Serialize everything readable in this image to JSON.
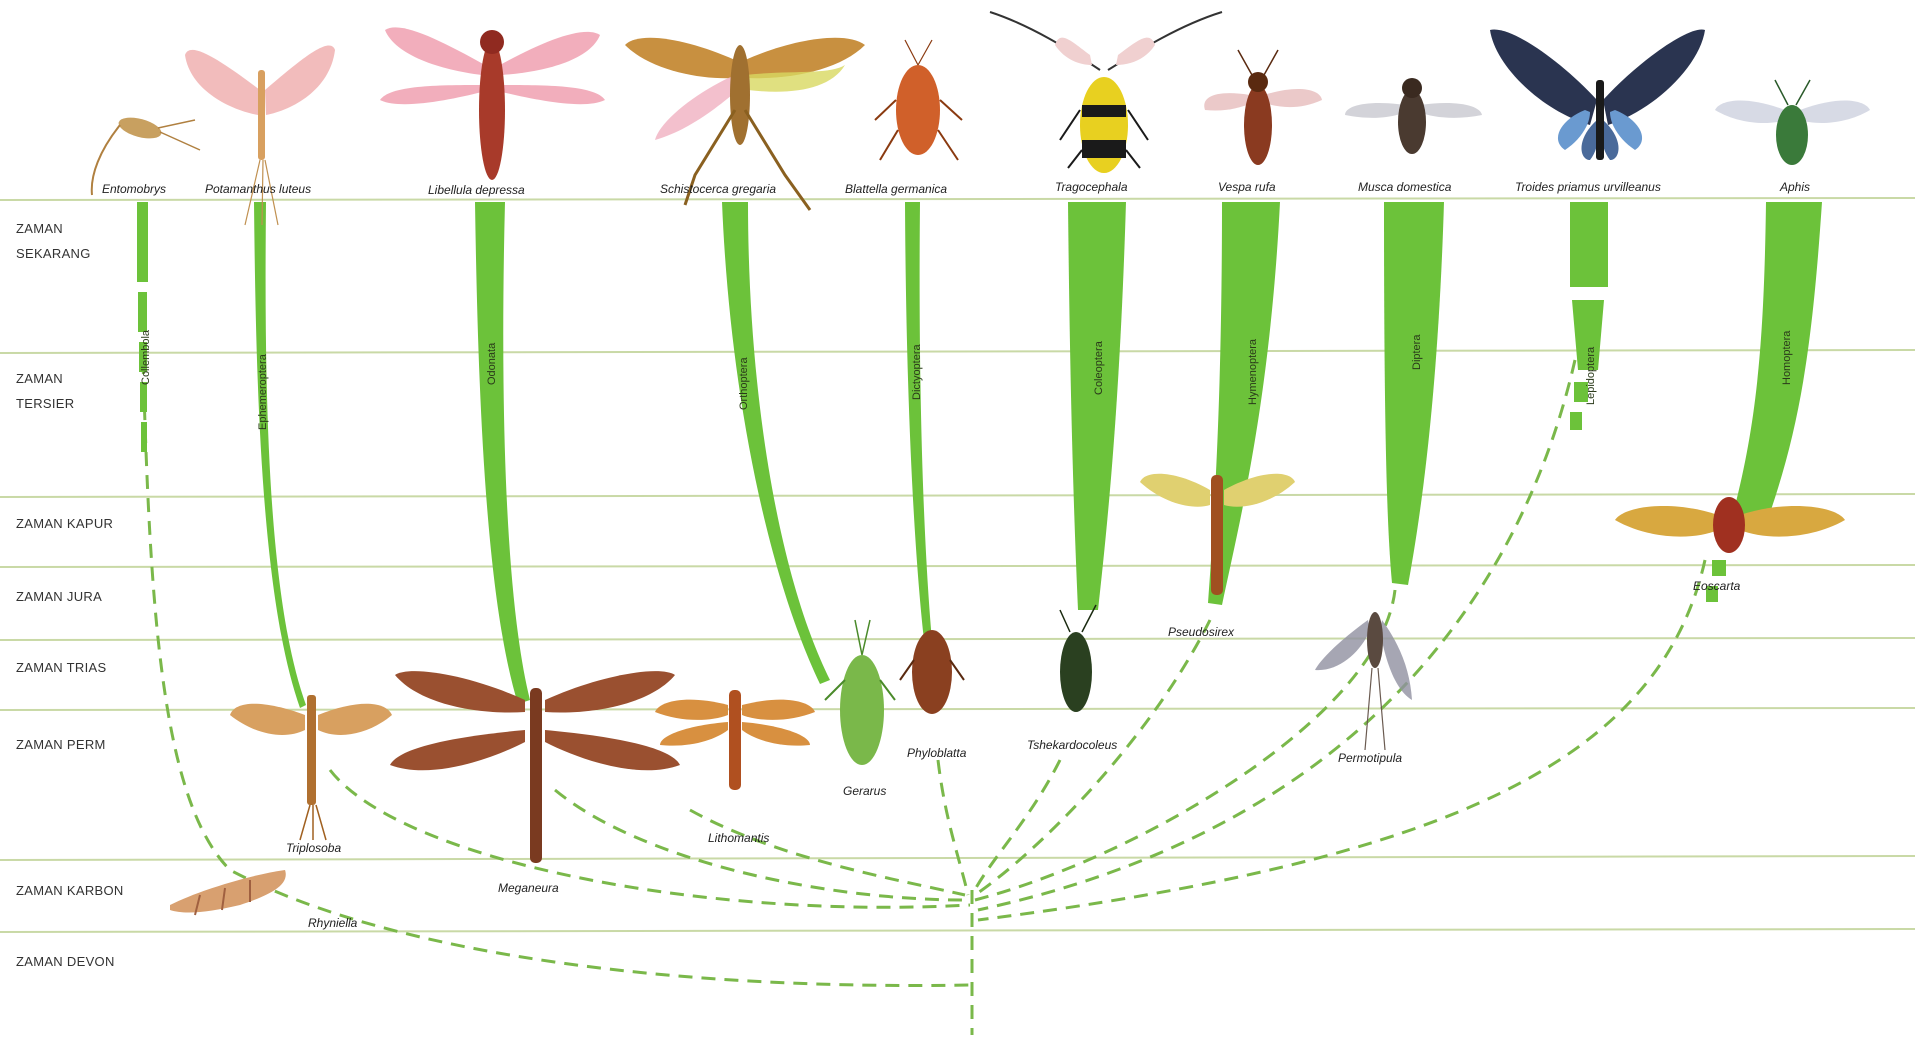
{
  "eras": [
    {
      "id": "sekarang",
      "line1": "ZAMAN",
      "line2": "SEKARANG"
    },
    {
      "id": "tersier",
      "line1": "ZAMAN",
      "line2": "TERSIER"
    },
    {
      "id": "kapur",
      "line1": "ZAMAN KAPUR",
      "line2": ""
    },
    {
      "id": "jura",
      "line1": "ZAMAN JURA",
      "line2": ""
    },
    {
      "id": "trias",
      "line1": "ZAMAN TRIAS",
      "line2": ""
    },
    {
      "id": "perm",
      "line1": "ZAMAN PERM",
      "line2": ""
    },
    {
      "id": "karbon",
      "line1": "ZAMAN KARBON",
      "line2": ""
    },
    {
      "id": "devon",
      "line1": "ZAMAN DEVON",
      "line2": ""
    }
  ],
  "branches": [
    {
      "id": "collembola",
      "species": "Entomobrys",
      "order": "Collembola",
      "color": "#c8a060"
    },
    {
      "id": "ephemeroptera",
      "species": "Potamanthus luteus",
      "order": "Ephemeroptera",
      "color": "#e8b0a0"
    },
    {
      "id": "odonata",
      "species": "Libellula depressa",
      "order": "Odonata",
      "color": "#b83a2a"
    },
    {
      "id": "orthoptera",
      "species": "Schistocerca gregaria",
      "order": "Orthoptera",
      "color": "#b88a40"
    },
    {
      "id": "dictyoptera",
      "species": "Blattella germanica",
      "order": "Dictyoptera",
      "color": "#d0602a"
    },
    {
      "id": "coleoptera",
      "species": "Tragocephala",
      "order": "Coleoptera",
      "color": "#e0d020"
    },
    {
      "id": "hymenoptera",
      "species": "Vespa rufa",
      "order": "Hymenoptera",
      "color": "#8a3a20"
    },
    {
      "id": "diptera",
      "species": "Musca domestica",
      "order": "Diptera",
      "color": "#6a5040"
    },
    {
      "id": "lepidoptera",
      "species": "Troides priamus urvilleanus",
      "order": "Lepidoptera",
      "color": "#2a3a5a"
    },
    {
      "id": "homoptera",
      "species": "Aphis",
      "order": "Homoptera",
      "color": "#3a7a3a"
    }
  ],
  "fossils": [
    {
      "id": "triplosoba",
      "name": "Triplosoba"
    },
    {
      "id": "meganeura",
      "name": "Meganeura"
    },
    {
      "id": "lithomantis",
      "name": "Lithomantis"
    },
    {
      "id": "gerarus",
      "name": "Gerarus"
    },
    {
      "id": "phyloblatta",
      "name": "Phyloblatta"
    },
    {
      "id": "tshekardocoleus",
      "name": "Tshekardocoleus"
    },
    {
      "id": "pseudosirex",
      "name": "Pseudosirex"
    },
    {
      "id": "permotipula",
      "name": "Permotipula"
    },
    {
      "id": "eoscarta",
      "name": "Eoscarta"
    },
    {
      "id": "rhyniella",
      "name": "Rhyniella"
    }
  ],
  "colors": {
    "stem": "#6cc23a",
    "stem_dark": "#4aa02a",
    "era_line": "#c8d8a8",
    "dashed": "#7ab84a"
  }
}
